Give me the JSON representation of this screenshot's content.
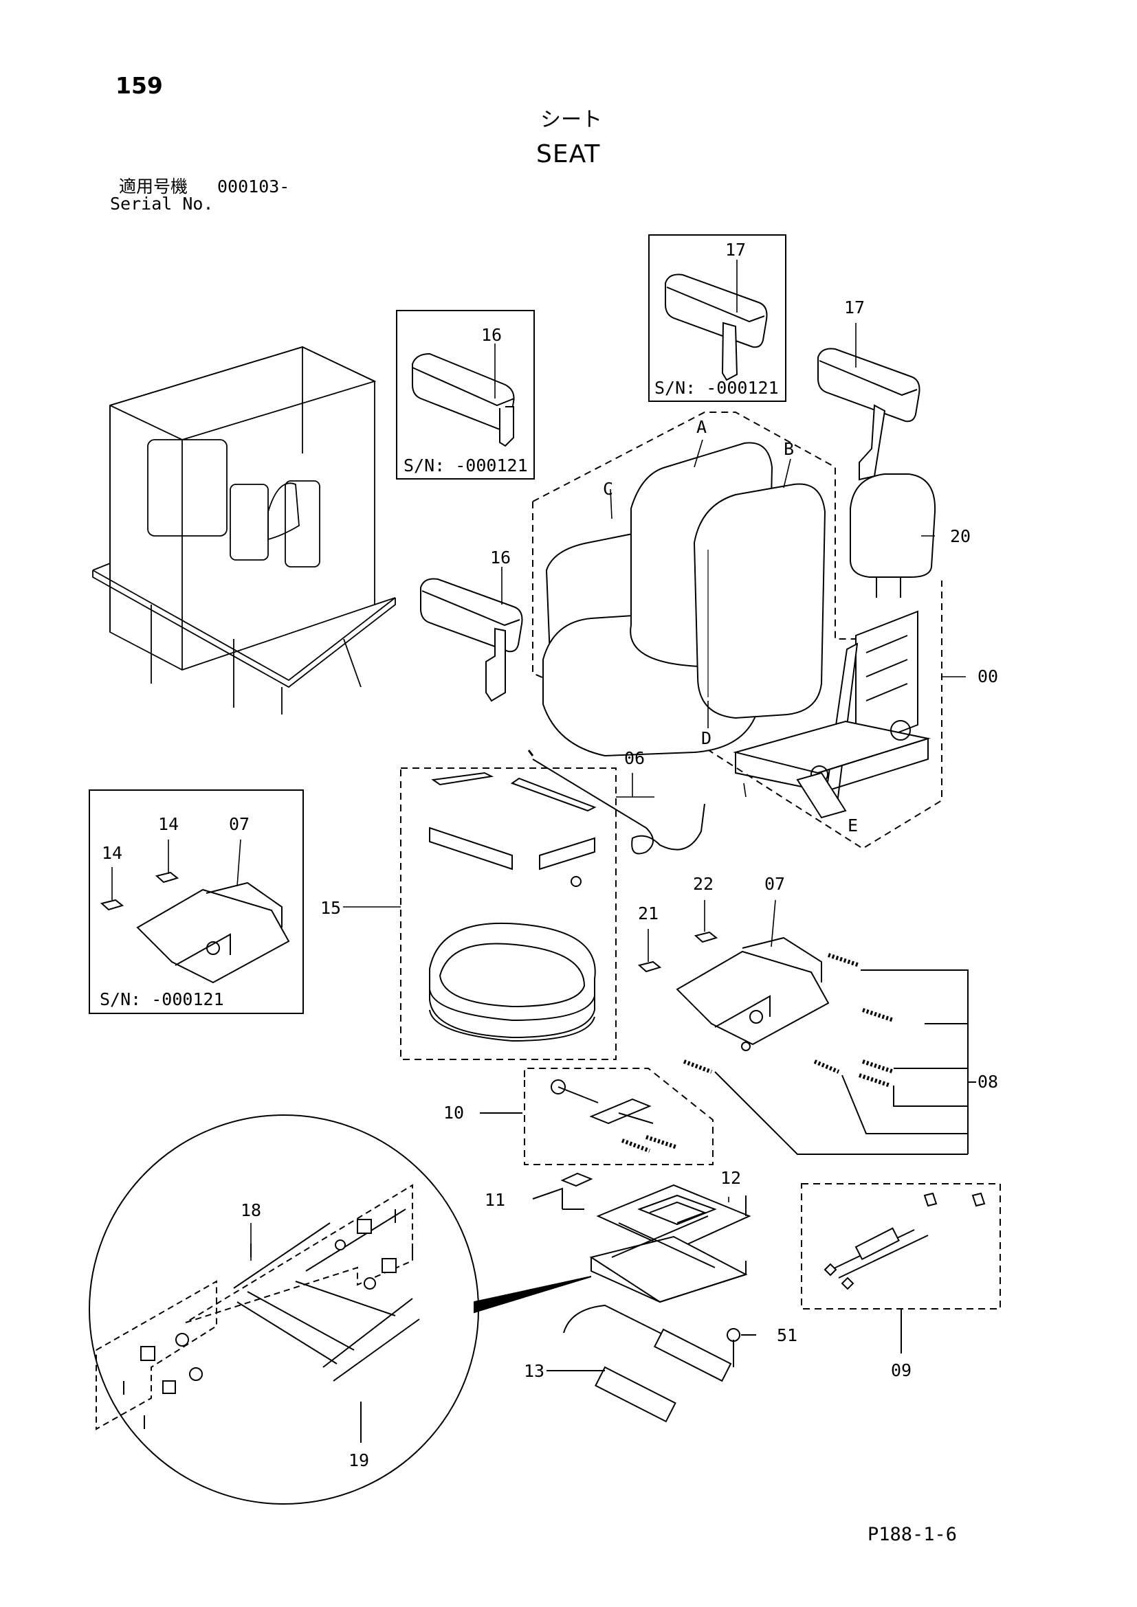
{
  "page_number": "159",
  "title_jp": "シート",
  "title_en": "SEAT",
  "serial_label_jp": "適用号機",
  "serial_value": "000103-",
  "serial_label_en": "Serial No.",
  "footer_code": "P188-1-6",
  "inset_serial_note": "S/N:  -000121",
  "callouts": {
    "c00": "00",
    "c06": "06",
    "c07a": "07",
    "c07b": "07",
    "c08": "08",
    "c09": "09",
    "c10": "10",
    "c11": "11",
    "c12": "12",
    "c13": "13",
    "c14a": "14",
    "c14b": "14",
    "c15": "15",
    "c16a": "16",
    "c16b": "16",
    "c17a": "17",
    "c17b": "17",
    "c18": "18",
    "c19": "19",
    "c20": "20",
    "c21": "21",
    "c22": "22",
    "c51": "51",
    "cA": "A",
    "cB": "B",
    "cC": "C",
    "cD": "D",
    "cE": "E"
  }
}
